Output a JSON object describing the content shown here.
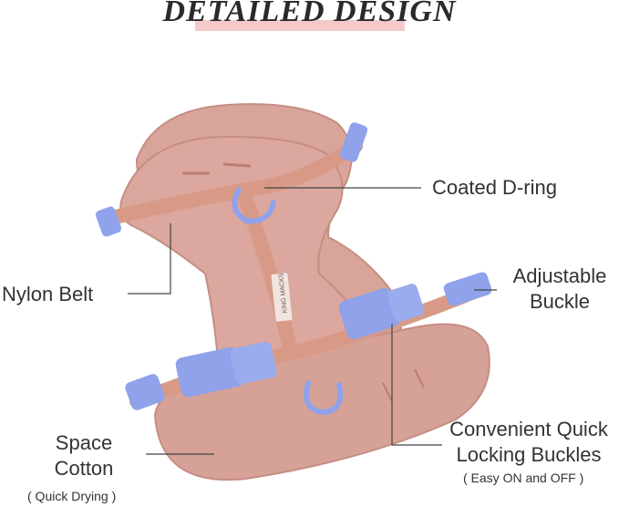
{
  "title": "DETAILED DESIGN",
  "callouts": {
    "d_ring": "Coated D-ring",
    "nylon_belt": "Nylon Belt",
    "adjustable_buckle_line1": "Adjustable",
    "adjustable_buckle_line2": "Buckle",
    "quick_lock_line1": "Convenient Quick",
    "quick_lock_line2": "Locking Buckles",
    "quick_lock_note": "( Easy ON and OFF )",
    "space_cotton_line1": "Space",
    "space_cotton_line2": "Cotton",
    "space_cotton_note": "( Quick Drying )"
  },
  "brand_tag": "KING MACKS",
  "colors": {
    "padding": "#d9a49a",
    "padding_dark": "#c58e84",
    "strap": "#d89a86",
    "buckle": "#8fa2ea",
    "underline": "#f6c9c9"
  }
}
